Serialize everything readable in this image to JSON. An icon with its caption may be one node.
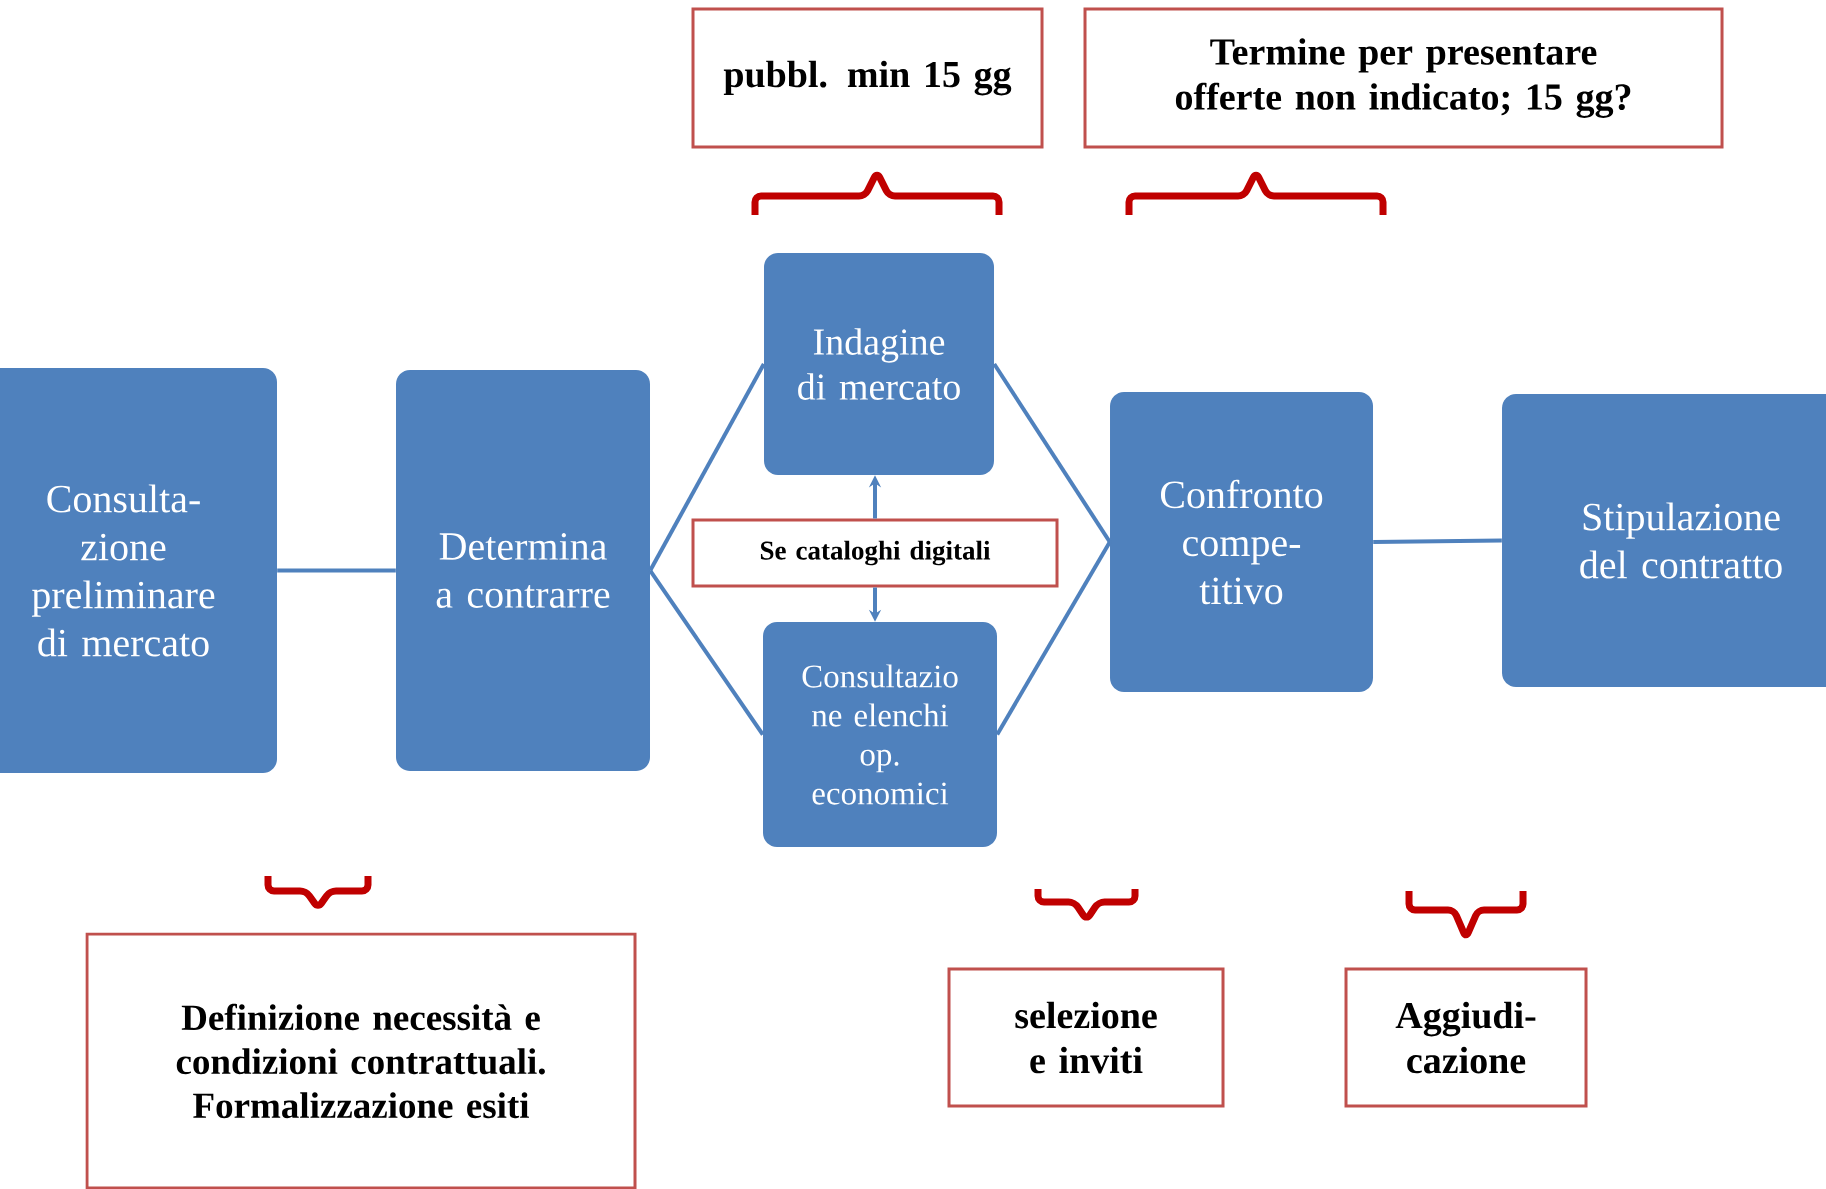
{
  "diagram": {
    "nodes": [
      {
        "text": [
          "Consulta- zione preliminare di mercato"
        ]
      },
      {
        "text": [
          "Determina a contrarre"
        ]
      },
      {
        "text": [
          "Indagine di mercato"
        ]
      },
      {
        "text": [
          "Se cataloghi digitali"
        ]
      },
      {
        "text": [
          "Consultazio ne elenchi op. economici"
        ]
      },
      {
        "text": [
          "Confronto compe- titivo"
        ]
      },
      {
        "text": [
          "Stipulazione del contratto"
        ]
      },
      {
        "text": [
          "pubbl. min 15 gg"
        ]
      },
      {
        "text": [
          "Termine per presentare offerte non indicato; 15 gg?"
        ]
      },
      {
        "text": [
          "Definizione necessità e condizioni contrattuali. Formalizzazione esiti"
        ]
      },
      {
        "text": [
          "selezione e inviti"
        ]
      },
      {
        "text": [
          "Aggiudi- cazione"
        ]
      }
    ],
    "edges": [
      {
        "from": 0,
        "to": 1,
        "arrow": "none"
      },
      {
        "from": 1,
        "to": 2,
        "arrow": "none"
      },
      {
        "from": 1,
        "to": 4,
        "arrow": "none"
      },
      {
        "from": 3,
        "to": 2,
        "arrow": "to"
      },
      {
        "from": 3,
        "to": 4,
        "arrow": "to"
      },
      {
        "from": 2,
        "to": 5,
        "arrow": "none"
      },
      {
        "from": 4,
        "to": 5,
        "arrow": "none"
      },
      {
        "from": 5,
        "to": 6,
        "arrow": "none"
      }
    ]
  }
}
